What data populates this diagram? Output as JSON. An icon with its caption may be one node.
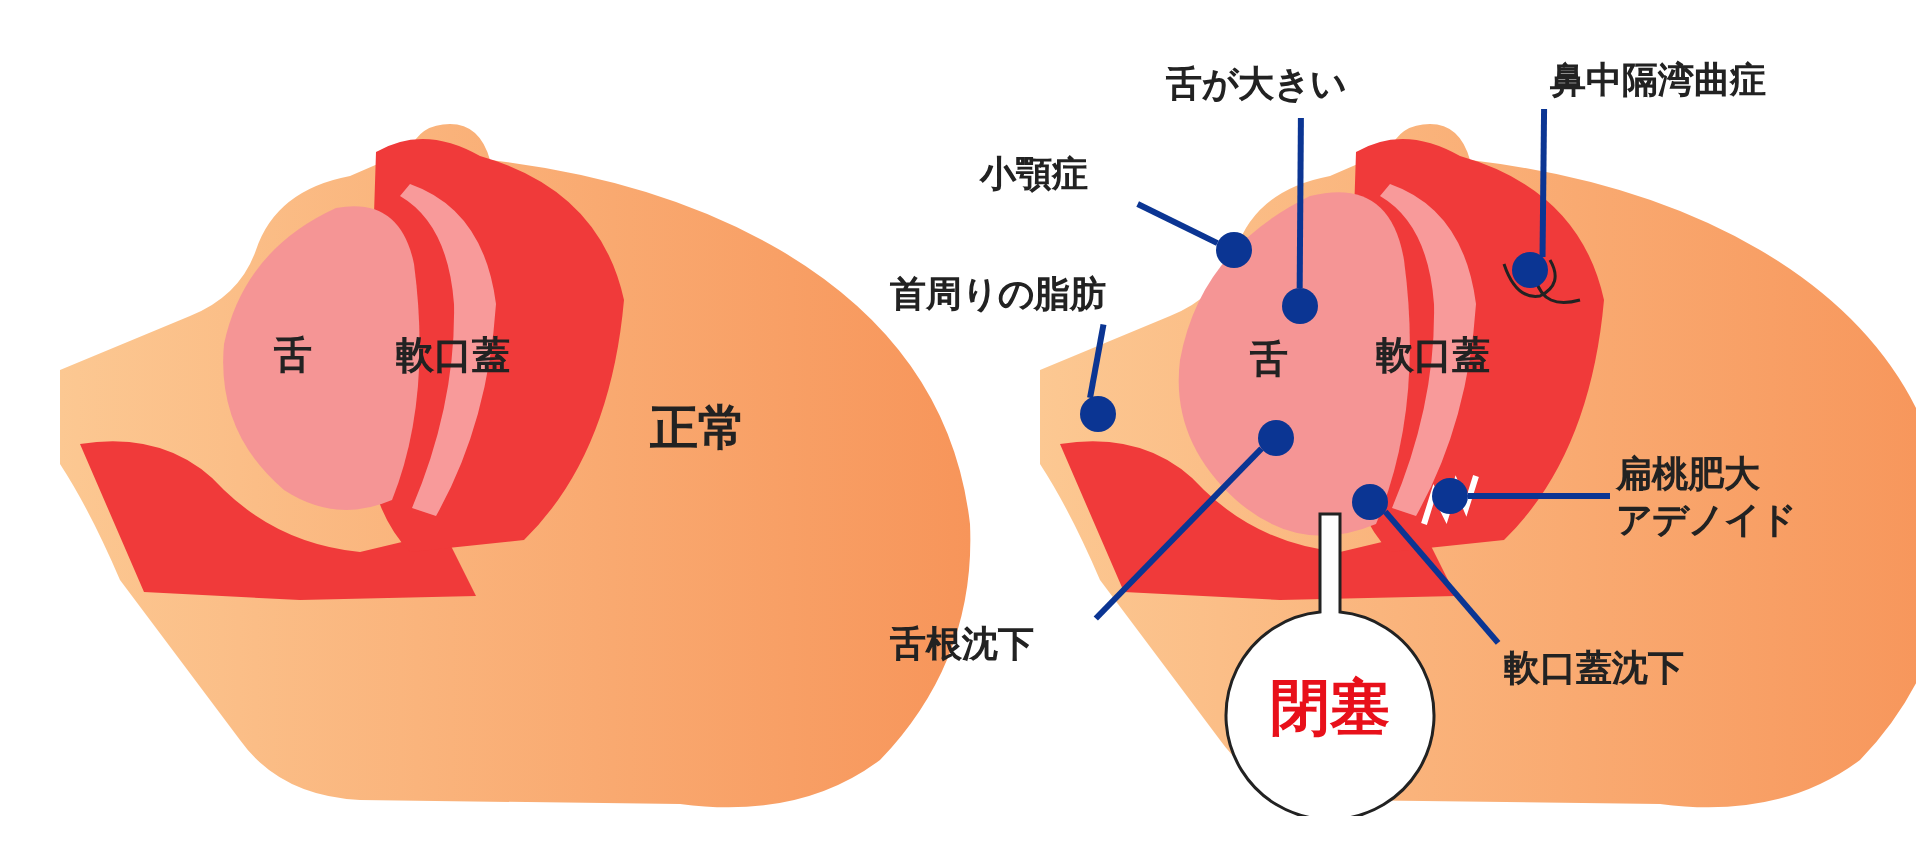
{
  "diagram": {
    "nodes": [
      {
        "text": [
          "舌が大きい"
        ]
      },
      {
        "text": [],
        "shape": "circle"
      },
      {
        "text": [
          "小顎症"
        ]
      },
      {
        "text": [],
        "shape": "circle"
      },
      {
        "text": [
          "鼻中隔湾曲症"
        ]
      },
      {
        "text": [],
        "shape": "circle"
      },
      {
        "text": [
          "首周りの脂肪"
        ]
      },
      {
        "text": [],
        "shape": "circle"
      },
      {
        "text": [
          "扁桃肥大",
          "アデノイド"
        ]
      },
      {
        "text": [],
        "shape": "circle"
      },
      {
        "text": [
          "舌根沈下"
        ]
      },
      {
        "text": [],
        "shape": "circle"
      },
      {
        "text": [
          "軟口蓋沈下"
        ]
      },
      {
        "text": [],
        "shape": "circle"
      },
      {
        "text": [
          "閉塞"
        ]
      }
    ],
    "edges": [
      {
        "from": 0,
        "to": 1,
        "arrow": "none"
      },
      {
        "from": 2,
        "to": 3,
        "arrow": "none"
      },
      {
        "from": 4,
        "to": 5,
        "arrow": "none"
      },
      {
        "from": 6,
        "to": 7,
        "arrow": "none"
      },
      {
        "from": 8,
        "to": 9,
        "arrow": "none"
      },
      {
        "from": 10,
        "to": 11,
        "arrow": "none"
      },
      {
        "from": 12,
        "to": 13,
        "arrow": "none"
      }
    ],
    "labels": [
      "舌",
      "軟口蓋",
      "正常",
      "舌",
      "軟口蓋"
    ]
  }
}
